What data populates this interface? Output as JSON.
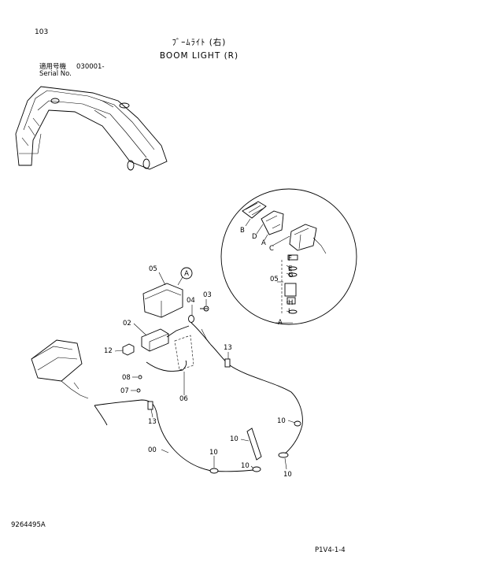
{
  "header": {
    "page_number": "103",
    "title_jp": "ﾌﾞｰﾑﾗｲﾄ (右)",
    "title_en": "BOOM LIGHT (R)",
    "serial_label_jp": "適用号機",
    "serial_label_en": "Serial No.",
    "serial_range": "030001-"
  },
  "detail_callout": "A",
  "parts": {
    "p00": "00",
    "p02": "02",
    "p03": "03",
    "p04": "04",
    "p05": "05",
    "p06": "06",
    "p07": "07",
    "p08": "08",
    "p10": "10",
    "p12": "12",
    "p13": "13"
  },
  "detail_letters": {
    "A": "A",
    "B": "B",
    "C": "C",
    "D": "D",
    "E": "E",
    "F": "F",
    "G": "G",
    "H": "H",
    "I": "I"
  },
  "footer": {
    "drawing_number": "9264495A",
    "page_ref": "P1V4-1-4"
  }
}
